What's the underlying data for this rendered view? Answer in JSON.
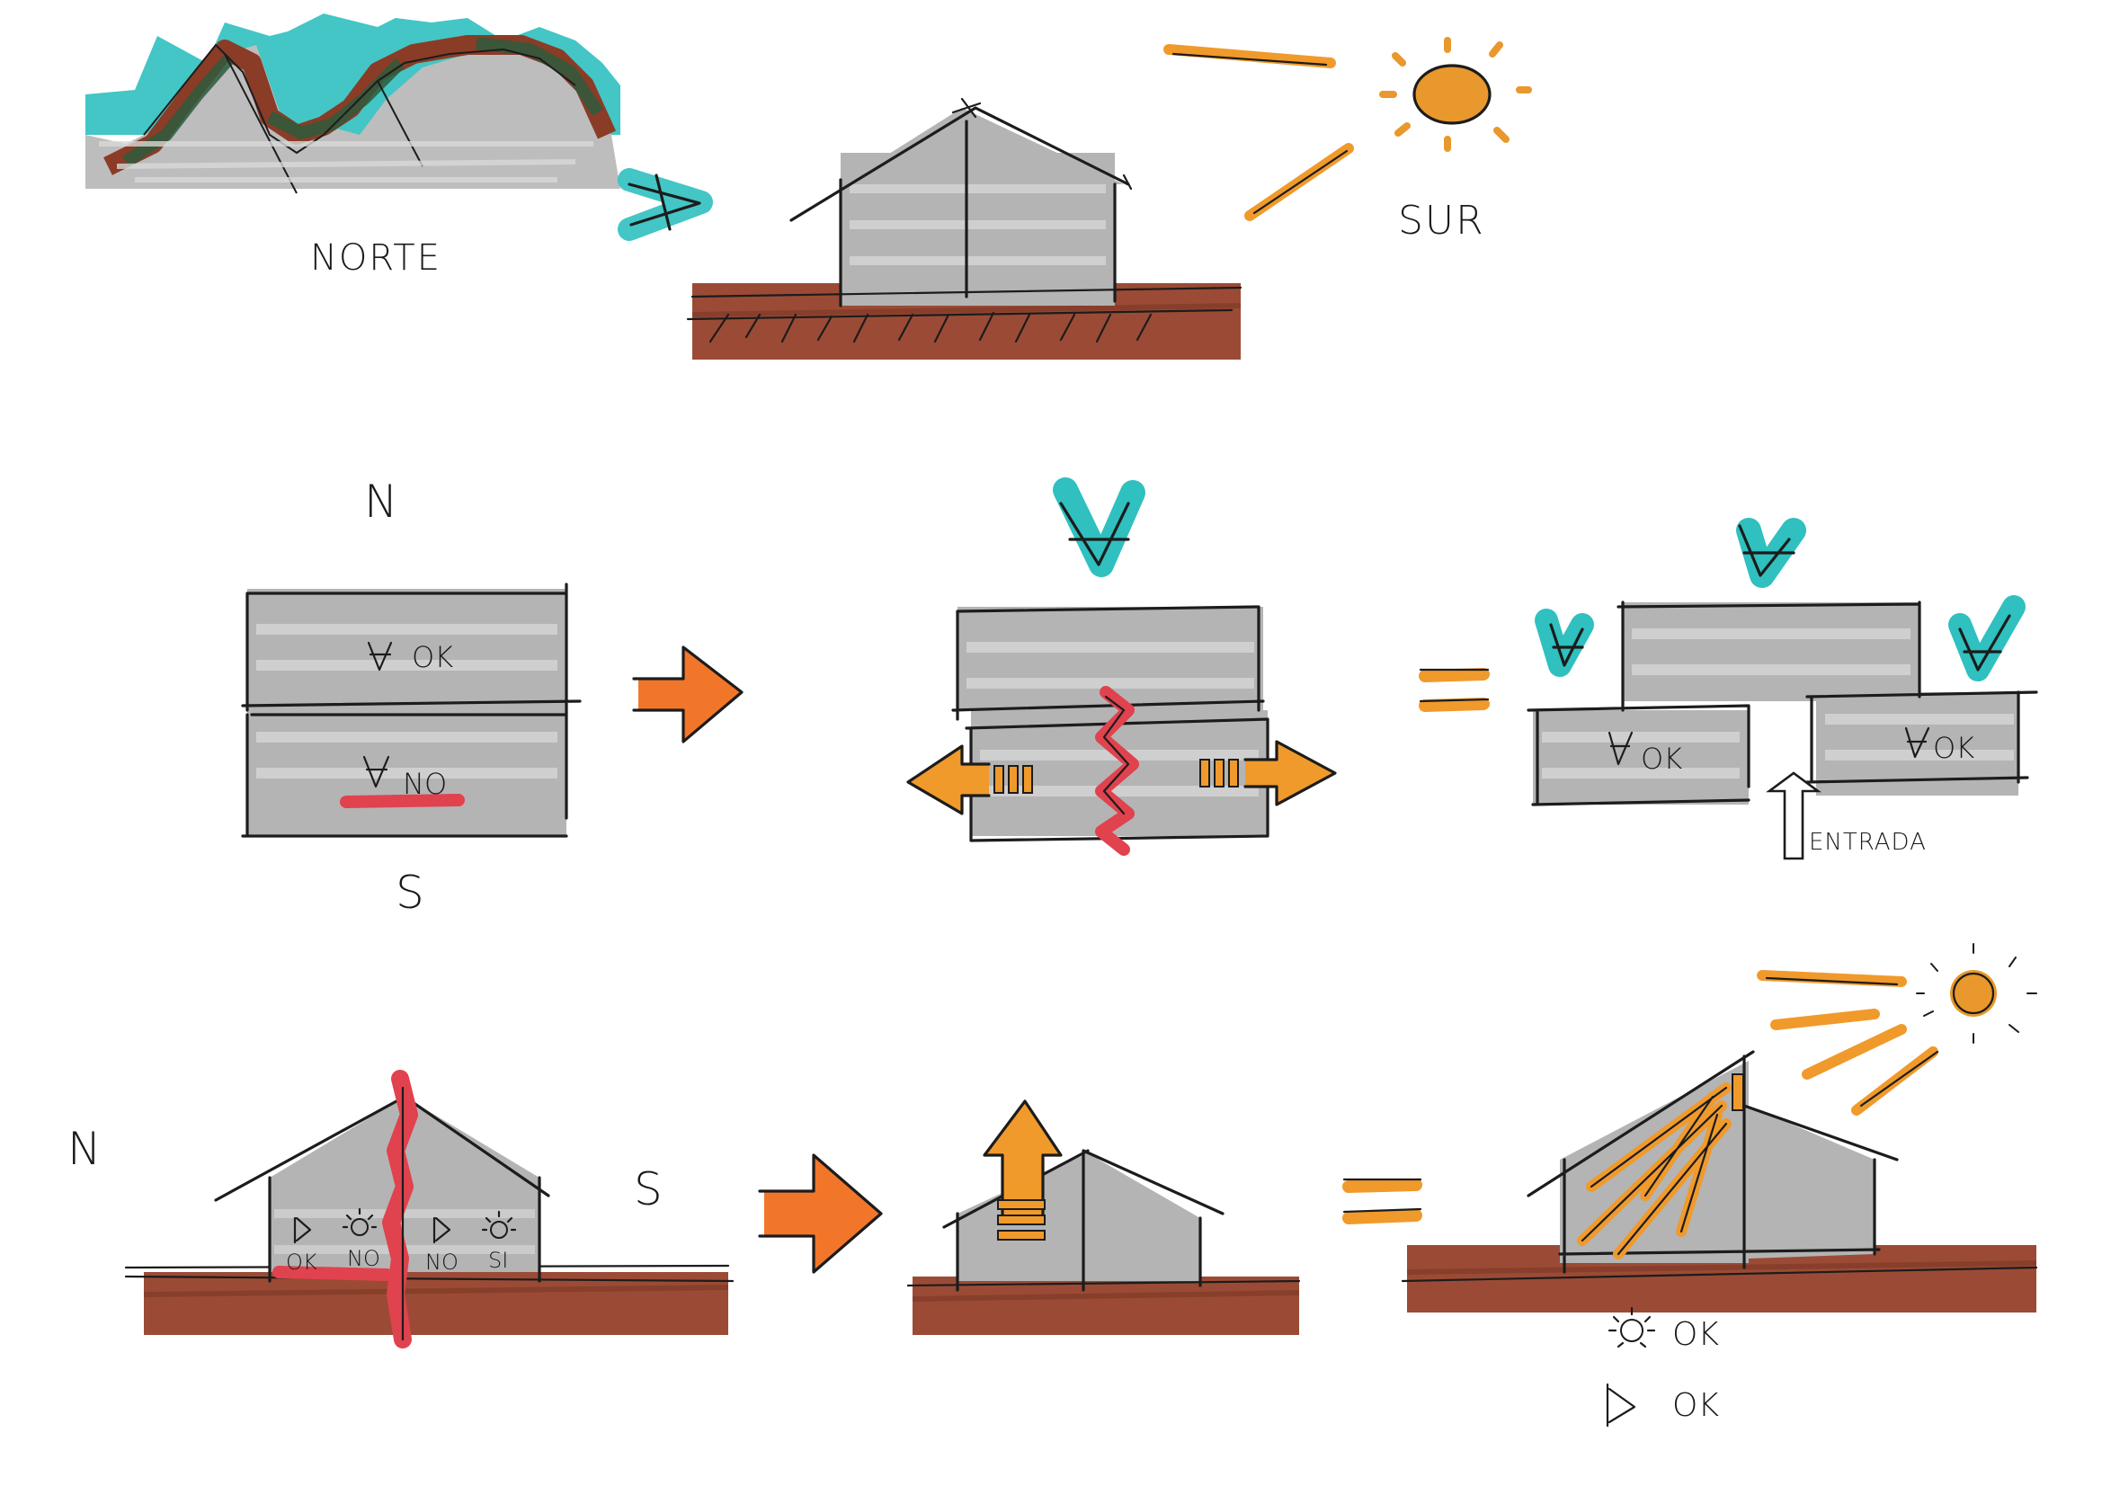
{
  "labels": {
    "norte": "NORTE",
    "sur": "SUR",
    "n_plan": "N",
    "s_plan": "S",
    "plan_top": "OK",
    "plan_bottom": "NO",
    "ok_left": "OK",
    "ok_right": "OK",
    "entrada": "ENTRADA",
    "n_section": "N",
    "s_section": "S",
    "zone1": "OK",
    "zone2": "NO",
    "zone3": "NO",
    "zone4": "SI",
    "final_sun": "OK",
    "final_view": "OK"
  },
  "colors": {
    "ground": "#9b4b35",
    "ground_dark": "#7a3826",
    "grey": "#b4b4b4",
    "grey_light": "#d4d4d4",
    "orange": "#f09a2c",
    "orange_bright": "#f2762a",
    "orange_sun": "#e8982c",
    "teal": "#2fc0bf",
    "red": "#e0424e",
    "mountain_green": "#2d5a3c",
    "mountain_brown": "#8a3c26"
  },
  "icons": [
    "mountain-icon",
    "view-eye-icon",
    "sun-icon",
    "arrow-icon",
    "equals-icon",
    "red-divider"
  ]
}
